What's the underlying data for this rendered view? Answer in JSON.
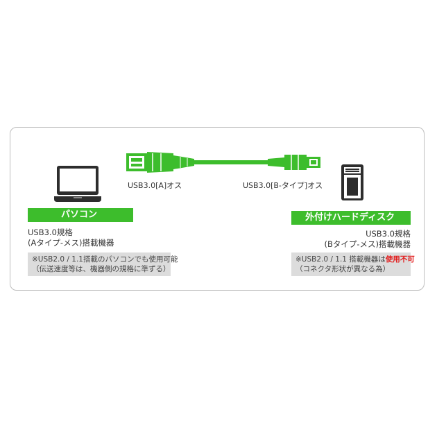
{
  "left": {
    "title": "パソコン",
    "spec_line1": "USB3.0規格",
    "spec_line2": "(Aタイプ-メス)搭載機器",
    "note_line1": "※USB2.0 / 1.1搭載のパソコンでも使用可能",
    "note_line2": "（伝送速度等は、機器側の規格に準ずる）"
  },
  "right": {
    "title": "外付けハードディスク",
    "spec_line1": "USB3.0規格",
    "spec_line2": "(Bタイプ-メス)搭載機器",
    "note_prefix": "※USB2.0 / 1.1 搭載機器は",
    "note_red": "使用不可",
    "note_line2": "（コネクタ形状が異なる為）"
  },
  "cable": {
    "connector_a_label": "USB3.0[A]オス",
    "connector_b_label": "USB3.0[B-タイプ]オス"
  },
  "colors": {
    "accent_green": "#3dbd2c",
    "warning_red": "#e21b1b",
    "note_bg": "#dcdcdc"
  },
  "icons": {
    "left_device": "laptop-icon",
    "right_device": "hard-drive-icon"
  }
}
